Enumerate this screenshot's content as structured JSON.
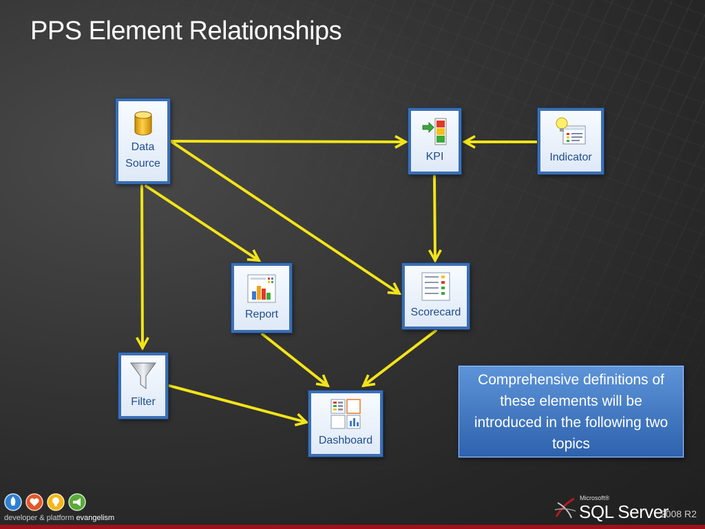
{
  "slide": {
    "title": "PPS Element Relationships"
  },
  "nodes": {
    "data_source": {
      "label": "Data\nSource",
      "icon": "database-cylinder-icon"
    },
    "kpi": {
      "label": "KPI",
      "icon": "kpi-traffic-light-icon"
    },
    "indicator": {
      "label": "Indicator",
      "icon": "lightbulb-indicator-icon"
    },
    "report": {
      "label": "Report",
      "icon": "bar-chart-report-icon"
    },
    "scorecard": {
      "label": "Scorecard",
      "icon": "scorecard-list-icon"
    },
    "filter": {
      "label": "Filter",
      "icon": "funnel-filter-icon"
    },
    "dashboard": {
      "label": "Dashboard",
      "icon": "dashboard-panels-icon"
    }
  },
  "edges": [
    {
      "from": "Data Source",
      "to": "KPI"
    },
    {
      "from": "Indicator",
      "to": "KPI"
    },
    {
      "from": "Data Source",
      "to": "Report"
    },
    {
      "from": "Data Source",
      "to": "Scorecard"
    },
    {
      "from": "Data Source",
      "to": "Filter"
    },
    {
      "from": "KPI",
      "to": "Scorecard"
    },
    {
      "from": "Report",
      "to": "Dashboard"
    },
    {
      "from": "Scorecard",
      "to": "Dashboard"
    },
    {
      "from": "Filter",
      "to": "Dashboard"
    }
  ],
  "note": {
    "text": "Comprehensive definitions of these elements will be introduced in the following two topics"
  },
  "footer": {
    "left_text_a": "developer & platform",
    "left_text_b": "evangelism",
    "brand_small": "Microsoft®",
    "brand_name": "SQL Server",
    "brand_version": "2008 R2"
  },
  "colors": {
    "arrow": "#f2e419",
    "node_border": "#3c6fb3",
    "node_text": "#1f4d8c",
    "note_bg": "#3f76c2",
    "footer_bar": "#a1101a"
  }
}
